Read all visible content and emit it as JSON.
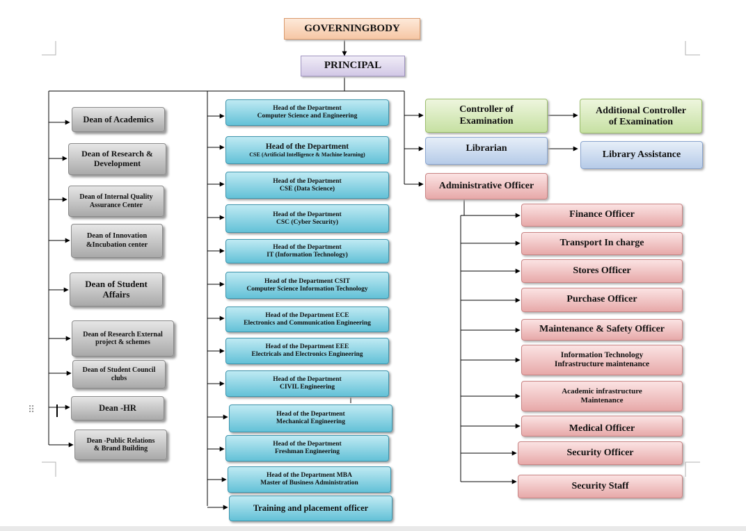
{
  "governing_body": "GOVERNINGBODY",
  "principal": "PRINCIPAL",
  "deans": [
    {
      "line1": "Dean of Academics",
      "line2": ""
    },
    {
      "line1": "Dean of Research &",
      "line2": "Development"
    },
    {
      "line1": "Dean of Internal Quality",
      "line2": "Assurance Center"
    },
    {
      "line1": "Dean of Innovation",
      "line2": "&Incubation center"
    },
    {
      "line1": "Dean of Student",
      "line2": "Affairs"
    },
    {
      "line1": "Dean of Research External",
      "line2": "project & schemes"
    },
    {
      "line1": "Dean of Student Council",
      "line2": "clubs"
    },
    {
      "line1": "Dean -HR",
      "line2": ""
    },
    {
      "line1": "Dean -Public Relations",
      "line2": "& Brand Building"
    }
  ],
  "departments": [
    {
      "line1": "Head of the Department",
      "line2": "Computer Science and Engineering"
    },
    {
      "line1": "Head of the Department",
      "line2": "CSE (Artificial Intelligence & Machine learning)"
    },
    {
      "line1": "Head of the Department",
      "line2": "CSE (Data Science)"
    },
    {
      "line1": "Head of the Department",
      "line2": "CSC (Cyber Security)"
    },
    {
      "line1": "Head of the Department",
      "line2": "IT (Information Technology)"
    },
    {
      "line1": "Head of the Department CSIT",
      "line2": "Computer Science Information Technology"
    },
    {
      "line1": "Head of the Department ECE",
      "line2": "Electronics and Communication Engineering"
    },
    {
      "line1": "Head of the Department EEE",
      "line2": "Electricals and Electronics Engineering"
    },
    {
      "line1": "Head of the Department",
      "line2": "CIVIL Engineering"
    },
    {
      "line1": "Head of the Department",
      "line2": "Mechanical Engineering"
    },
    {
      "line1": "Head of the Department",
      "line2": "Freshman Engineering"
    },
    {
      "line1": "Head of the Department MBA",
      "line2": "Master of Business Administration"
    },
    {
      "line1": "Training and placement officer",
      "line2": ""
    }
  ],
  "officers": {
    "controller": {
      "line1": "Controller of",
      "line2": "Examination"
    },
    "additional_controller": {
      "line1": "Additional Controller",
      "line2": "of Examination"
    },
    "librarian": "Librarian",
    "library_assistance": "Library Assistance",
    "administrative": "Administrative Officer"
  },
  "admin_staff": [
    {
      "line1": "Finance Officer",
      "line2": ""
    },
    {
      "line1": "Transport In charge",
      "line2": ""
    },
    {
      "line1": "Stores Officer",
      "line2": ""
    },
    {
      "line1": "Purchase Officer",
      "line2": ""
    },
    {
      "line1": "Maintenance & Safety Officer",
      "line2": ""
    },
    {
      "line1": "Information Technology",
      "line2": "Infrastructure maintenance"
    },
    {
      "line1": "Academic infrastructure",
      "line2": "Maintenance"
    },
    {
      "line1": "Medical Officer",
      "line2": ""
    },
    {
      "line1": "Security Officer",
      "line2": ""
    },
    {
      "line1": "Security Staff",
      "line2": ""
    }
  ],
  "colors": {
    "governing": "#f6c7a5",
    "principal": "#d2c8e6",
    "dean": "#a9a9a9",
    "department": "#63c1d7",
    "controller": "#c6e0a2",
    "library": "#b6cbe8",
    "admin": "#e7a9a9"
  }
}
